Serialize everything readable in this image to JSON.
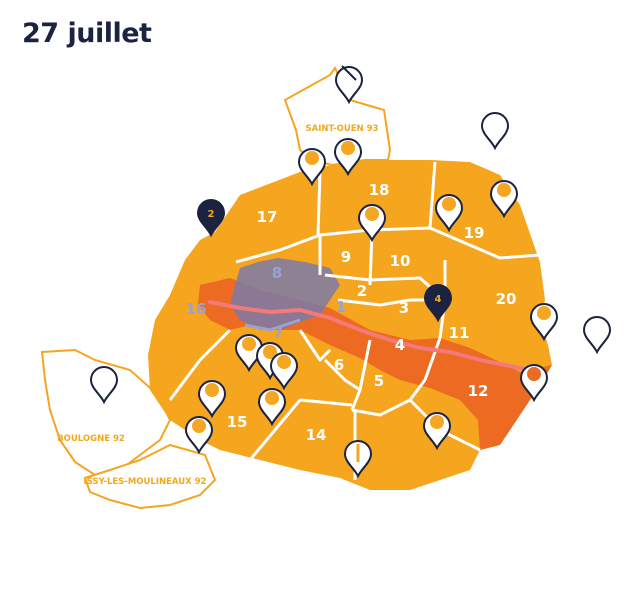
{
  "title": "27 juillet",
  "colors": {
    "paris_fill": "#f5a51e",
    "zone_red": "#ec6a22",
    "zone_purple": "#7b7aa8",
    "route": "#f47a7a",
    "pin_outline": "#1b2340",
    "suburb_outline": "#f5a51e"
  },
  "arrondissements": [
    "17",
    "18",
    "19",
    "9",
    "10",
    "8",
    "2",
    "3",
    "20",
    "16",
    "1",
    "4",
    "11",
    "7",
    "6",
    "5",
    "12",
    "15",
    "14"
  ],
  "suburbs": [
    "SAINT-OUEN 93",
    "BOULOGNE 92",
    "ISSY-LES-MOULINEAUX 92"
  ],
  "pins": {
    "numbered": [
      "2",
      "4"
    ]
  }
}
